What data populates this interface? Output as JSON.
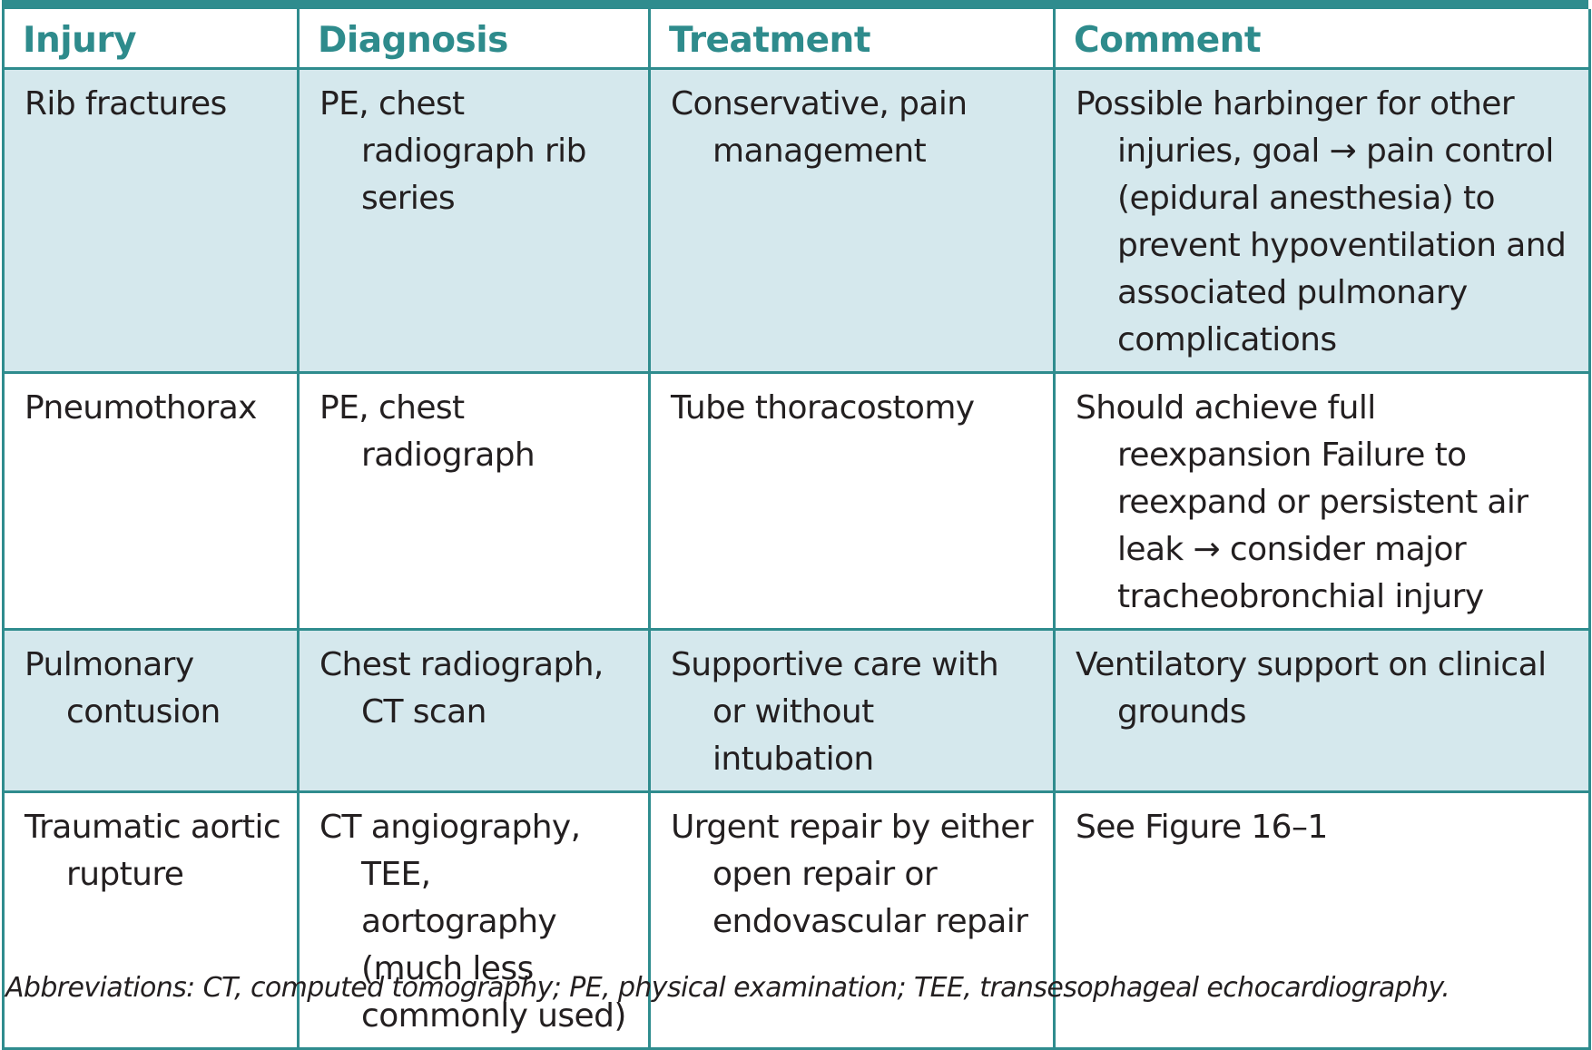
{
  "table": {
    "headers": [
      "Injury",
      "Diagnosis",
      "Treatment",
      "Comment"
    ],
    "rows": [
      {
        "injury": "Rib fractures",
        "diagnosis": "PE, chest radiograph rib series",
        "treatment": "Conservative, pain management",
        "comment": "Possible harbinger for other injuries, goal → pain control (epidural anesthesia) to prevent hypoventilation and associated pulmonary complications"
      },
      {
        "injury": "Pneumothorax",
        "diagnosis": "PE, chest radiograph",
        "treatment": "Tube thoracostomy",
        "comment": "Should achieve full reexpansion Failure to reexpand or persistent air leak → consider major tracheobronchial injury"
      },
      {
        "injury": "Pulmonary contusion",
        "diagnosis": "Chest radiograph, CT scan",
        "treatment": "Supportive care with or without intubation",
        "comment": "Ventilatory support on clinical grounds"
      },
      {
        "injury": "Traumatic aortic rupture",
        "diagnosis": "CT angiography, TEE, aortography (much less commonly used)",
        "treatment": "Urgent repair by either open repair or endovascular repair",
        "comment": "See Figure 16–1"
      }
    ]
  },
  "footnote": "Abbreviations: CT, computed tomography; PE, physical examination; TEE, transesophageal echocardiography.",
  "colors": {
    "accent": "#2f8c8e",
    "header_text": "#2e8b8c",
    "shaded_row": "#d5e8ed",
    "body_text": "#231f20"
  }
}
